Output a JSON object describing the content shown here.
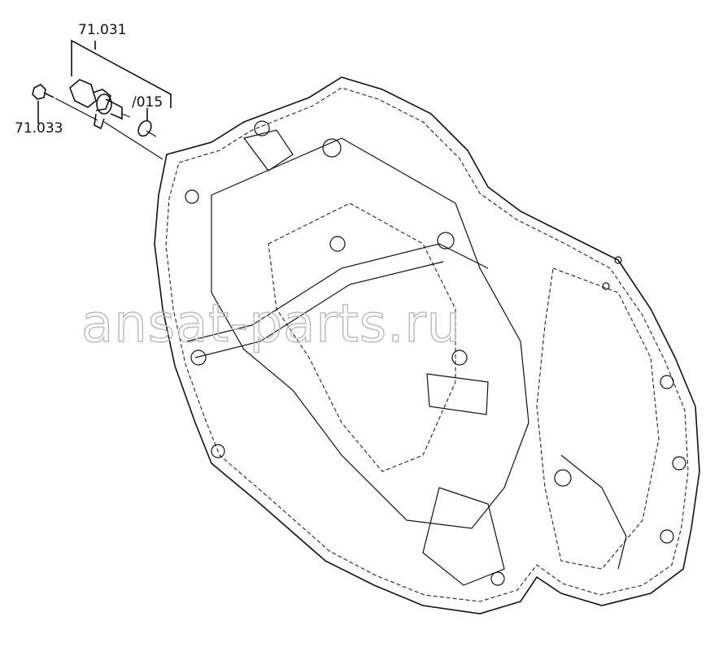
{
  "diagram": {
    "labels": {
      "sensor_assembly": "71.031",
      "bolt": "71.033",
      "o_ring": "/015"
    },
    "watermark": "ansat-parts.ru"
  }
}
